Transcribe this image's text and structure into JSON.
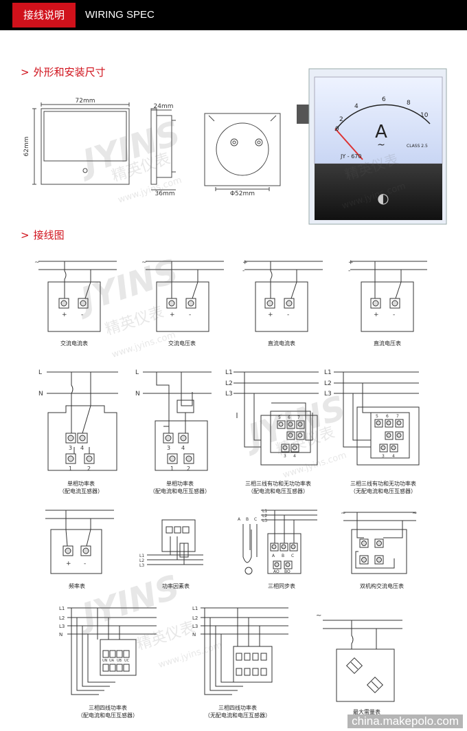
{
  "header": {
    "cn_title": "接线说明",
    "en_title": "WIRING SPEC"
  },
  "sections": {
    "dimensions": "外形和安装尺寸",
    "wiring": "接线图"
  },
  "chevron": ">",
  "dims": {
    "width": "72mm",
    "height": "62mm",
    "depth_top": "24mm",
    "depth_bottom": "36mm",
    "hole": "Φ52mm"
  },
  "meter_face": {
    "scale": [
      "0",
      "2",
      "4",
      "6",
      "8",
      "10"
    ],
    "unit": "A",
    "tilde": "~",
    "model": "JY - 670",
    "class": "CLASS 2.5"
  },
  "watermark": {
    "brand": "JYINS",
    "cn": "精英仪表",
    "url": "www.jyins.com"
  },
  "terminal_marks": {
    "plus": "+",
    "minus": "-"
  },
  "line_labels": {
    "L": "L",
    "N": "N",
    "L1": "L1",
    "L2": "L2",
    "L3": "L3",
    "A": "A",
    "B": "B",
    "C": "C",
    "tilde": "~"
  },
  "row2_terminals": {
    "t3": "3",
    "t4": "4",
    "t1": "1",
    "t2": "2",
    "t5": "5",
    "t6": "6",
    "t7": "7"
  },
  "sync_terms": {
    "a": "A",
    "b": "B",
    "c": "C",
    "ao": "AO",
    "bo": "BO"
  },
  "pf4_terms": {
    "un": "UN",
    "ua": "UA",
    "ub": "UB",
    "uc": "UC"
  },
  "diagrams": [
    {
      "caption": "交流电流表"
    },
    {
      "caption": "交流电压表"
    },
    {
      "caption": "直流电流表"
    },
    {
      "caption": "直流电压表"
    },
    {
      "caption": "单相功率表",
      "caption2": "（配电流互感器）"
    },
    {
      "caption": "单相功率表",
      "caption2": "（配电流和电压互感器）"
    },
    {
      "caption": "三相三线有功和无功功率表",
      "caption2": "（配电流和电压互感器）"
    },
    {
      "caption": "三相三线有功和无功功率表",
      "caption2": "（无配电流和电压互感器）"
    },
    {
      "caption": "频率表"
    },
    {
      "caption": "功率因素表"
    },
    {
      "caption": "三相同步表"
    },
    {
      "caption": "双机构交流电压表"
    },
    {
      "caption": "三相四线功率表",
      "caption2": "（配电流和电压互感器）"
    },
    {
      "caption": "三相四线功率表",
      "caption2": "（无配电流和电压互感器）"
    },
    {
      "caption": "最大需量表"
    }
  ],
  "footer": "china.makepolo.com"
}
